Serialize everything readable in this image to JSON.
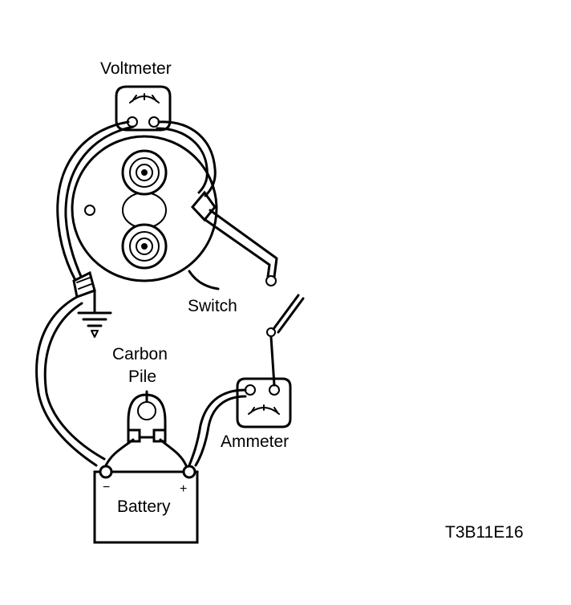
{
  "labels": {
    "voltmeter": "Voltmeter",
    "switch": "Switch",
    "carbon_pile_line1": "Carbon",
    "carbon_pile_line2": "Pile",
    "ammeter": "Ammeter",
    "battery": "Battery",
    "battery_negative": "−",
    "battery_positive": "+",
    "figure_code": "T3B11E16"
  }
}
